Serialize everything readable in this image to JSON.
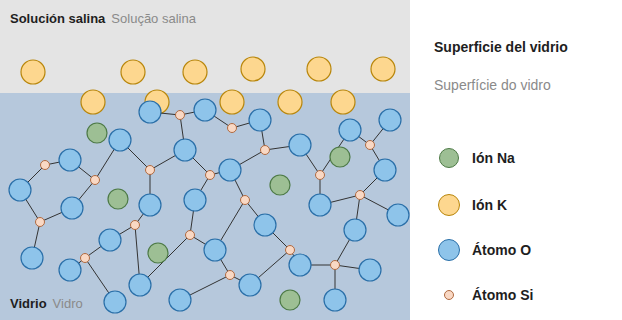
{
  "diagram": {
    "nodes": [
      {
        "text": [
          "Solución salina",
          "Solução salina"
        ]
      },
      {
        "text": [
          "Vidrio",
          "Vidro"
        ]
      }
    ],
    "labels": [
      "Superficie del vidrio",
      "Superfície do vidro"
    ],
    "legend": [
      {
        "text": "Ión Na",
        "color": "#9dbf94"
      },
      {
        "text": "Ión K",
        "color": "#fdd78f"
      },
      {
        "text": "Átomo O",
        "color": "#8ec4ea"
      },
      {
        "text": "Átomo Si",
        "color": "#f9d8c4"
      }
    ]
  }
}
